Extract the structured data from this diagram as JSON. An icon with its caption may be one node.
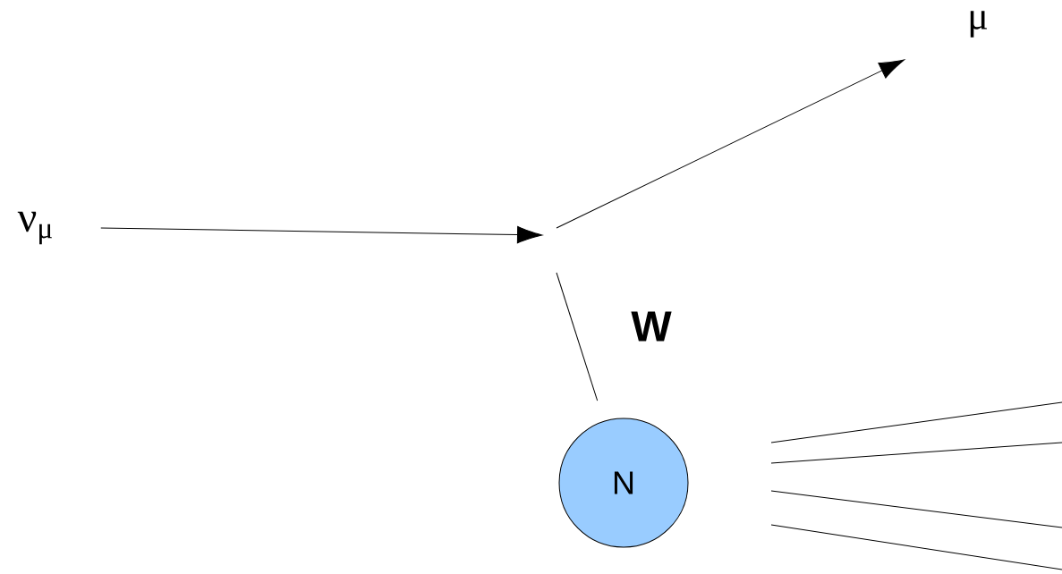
{
  "diagram": {
    "nodes": [
      {
        "text": [
          "ν$_{μ}$"
        ]
      },
      {
        "text": [
          "μ"
        ]
      },
      {
        "text": [
          "N"
        ]
      }
    ],
    "edges": [
      {
        "from": 0,
        "to": null,
        "arrow": "to"
      },
      {
        "from": null,
        "to": 1,
        "arrow": "to"
      },
      {
        "from": null,
        "to": 2,
        "arrow": "none",
        "label": "W"
      }
    ]
  }
}
